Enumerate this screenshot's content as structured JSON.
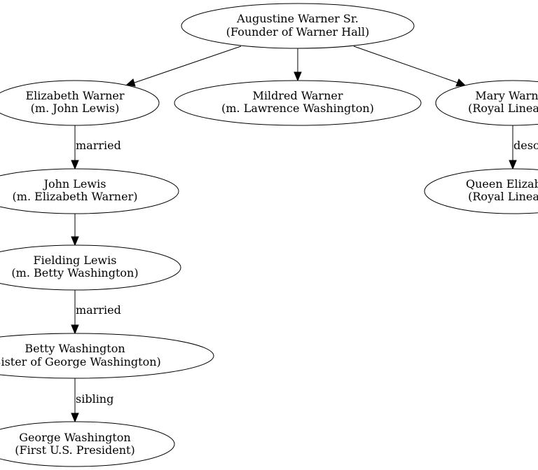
{
  "nodes": {
    "augustine": {
      "line1": "Augustine Warner Sr.",
      "line2": "(Founder of Warner Hall)"
    },
    "elizabeth": {
      "line1": "Elizabeth Warner",
      "line2": "(m. John Lewis)"
    },
    "mildred": {
      "line1": "Mildred Warner",
      "line2": "(m. Lawrence Washington)"
    },
    "mary": {
      "line1": "Mary Warner",
      "line2": "(Royal Lineage)"
    },
    "john": {
      "line1": "John Lewis",
      "line2": "(m. Elizabeth Warner)"
    },
    "queen": {
      "line1": "Queen Elizabeth",
      "line2": "(Royal Lineage)"
    },
    "fielding": {
      "line1": "Fielding Lewis",
      "line2": "(m. Betty Washington)"
    },
    "betty": {
      "line1": "Betty Washington",
      "line2": "(Sister of George Washington)"
    },
    "george": {
      "line1": "George Washington",
      "line2": "(First U.S. President)"
    }
  },
  "edges": {
    "elizabeth_john": "married",
    "mary_queen": "descendant",
    "fielding_betty": "married",
    "betty_george": "sibling"
  },
  "colors": {
    "stroke": "#000000",
    "fill": "#ffffff",
    "text": "#000000"
  }
}
